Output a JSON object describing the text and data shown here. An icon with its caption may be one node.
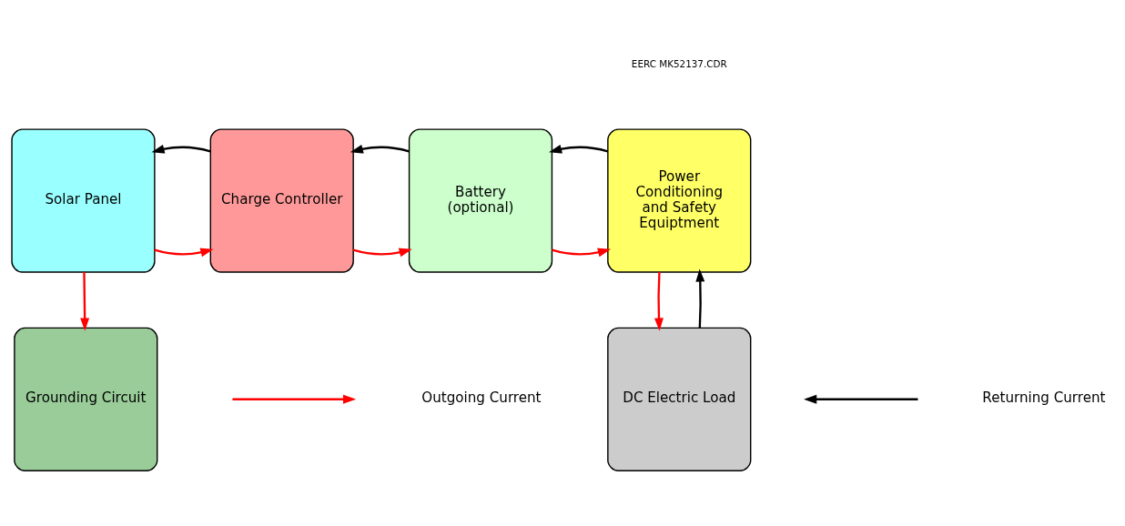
{
  "diagram": {
    "nodes": [
      {
        "text": [
          "Solar Panel"
        ]
      },
      {
        "text": [
          "Charge Controller"
        ]
      },
      {
        "text": [
          "Battery (optional)"
        ]
      },
      {
        "text": [
          "Power Conditioning and Safety Equiptment"
        ]
      },
      {
        "text": [
          "Grounding Circuit"
        ]
      },
      {
        "text": [
          "DC Electric Load"
        ]
      }
    ],
    "edges": [
      {
        "from": 0,
        "to": 1,
        "arrow": "to"
      },
      {
        "from": 1,
        "to": 0,
        "arrow": "to",
        "color": "#000000"
      },
      {
        "from": 1,
        "to": 2,
        "arrow": "to"
      },
      {
        "from": 2,
        "to": 1,
        "arrow": "to",
        "color": "#000000"
      },
      {
        "from": 2,
        "to": 3,
        "arrow": "to"
      },
      {
        "from": 3,
        "to": 2,
        "arrow": "to",
        "color": "#000000"
      },
      {
        "from": 0,
        "to": 4,
        "arrow": "to"
      },
      {
        "from": 3,
        "to": 5,
        "arrow": "to"
      },
      {
        "from": 5,
        "to": 3,
        "arrow": "to",
        "color": "#000000"
      }
    ],
    "labels": [
      "EERC MK52137.CDR"
    ],
    "legend": [
      {
        "text": "Outgoing Current"
      },
      {
        "text": "Returning Current"
      }
    ]
  }
}
